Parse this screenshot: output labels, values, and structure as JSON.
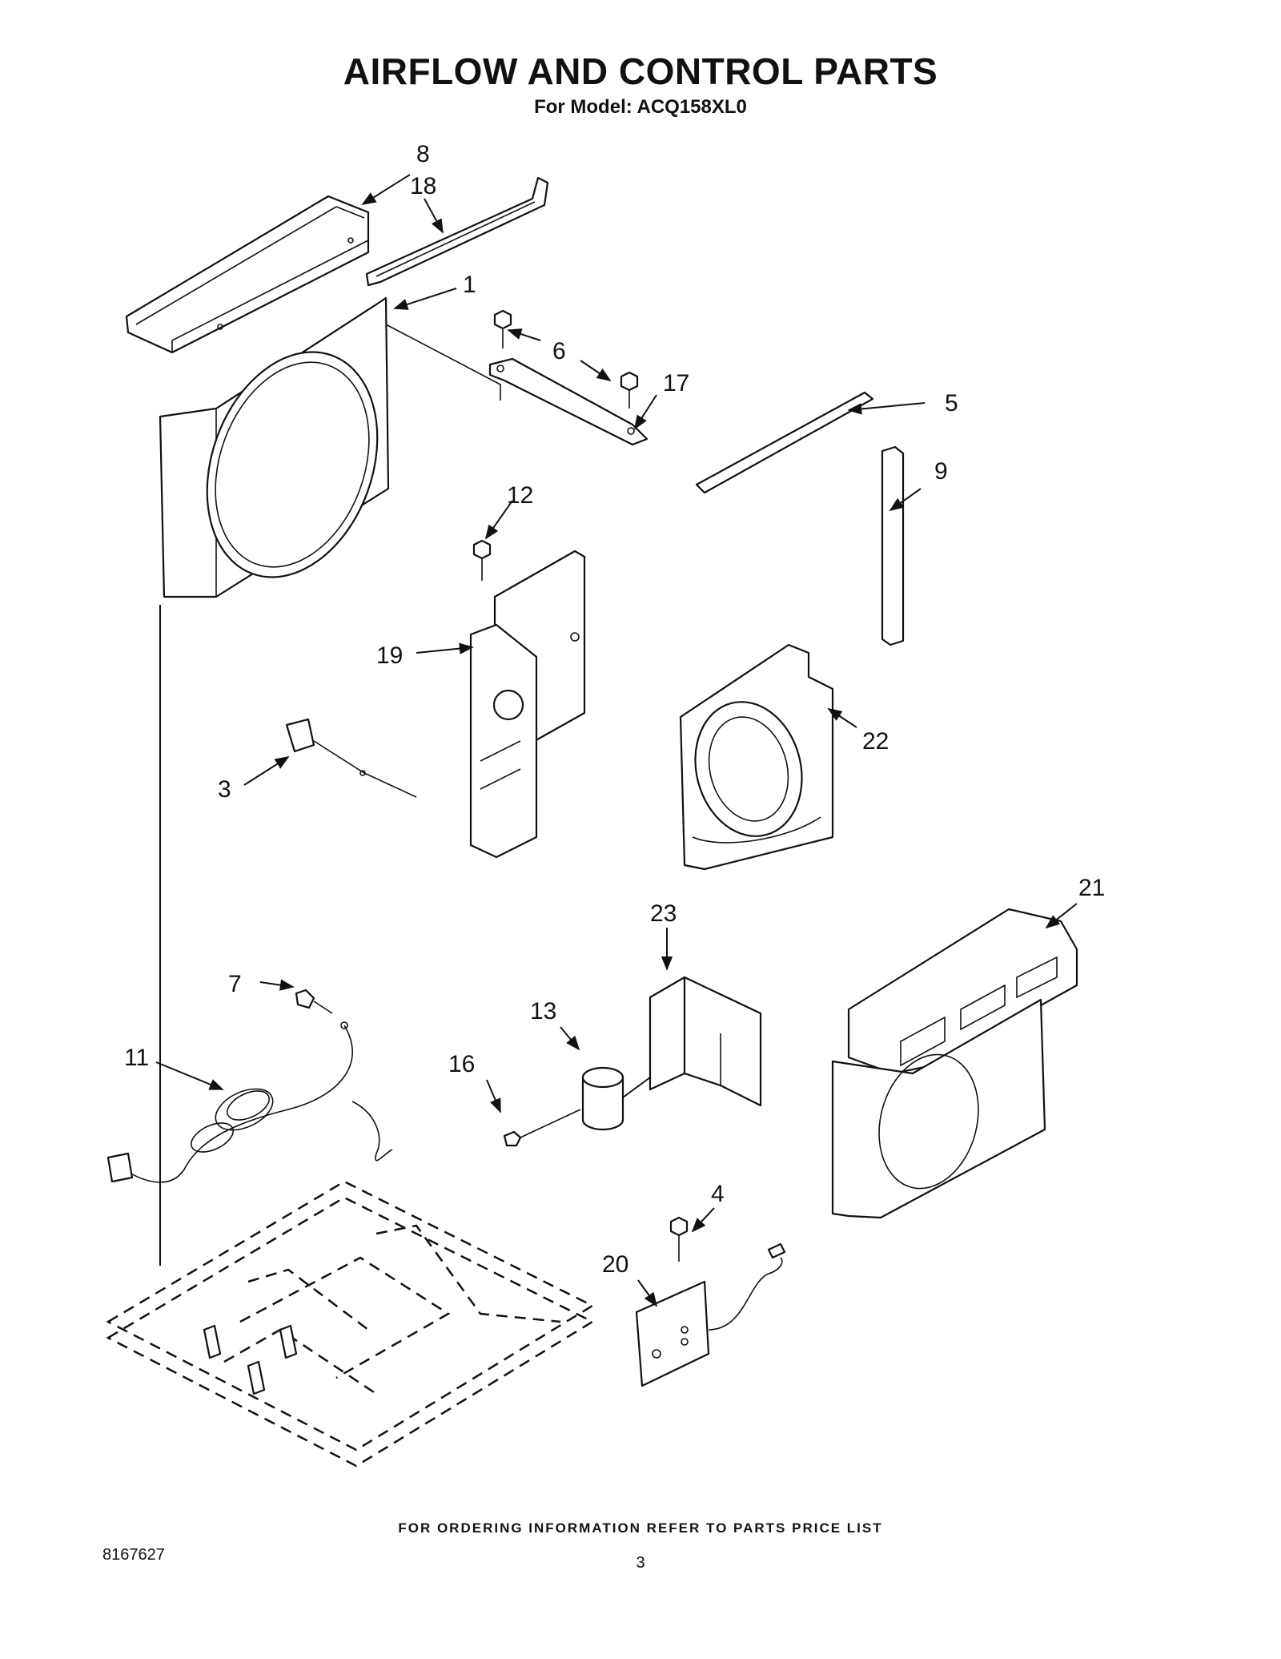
{
  "title": "AIRFLOW AND CONTROL PARTS",
  "subtitle": "For Model: ACQ158XL0",
  "footer_note": "FOR ORDERING INFORMATION REFER TO PARTS PRICE LIST",
  "doc_number": "8167627",
  "page_number": "3",
  "callouts": {
    "c1": "1",
    "c3": "3",
    "c4": "4",
    "c5": "5",
    "c6": "6",
    "c7": "7",
    "c8": "8",
    "c9": "9",
    "c11": "11",
    "c12": "12",
    "c13": "13",
    "c16": "16",
    "c17": "17",
    "c18": "18",
    "c19": "19",
    "c20": "20",
    "c21": "21",
    "c22": "22",
    "c23": "23"
  }
}
